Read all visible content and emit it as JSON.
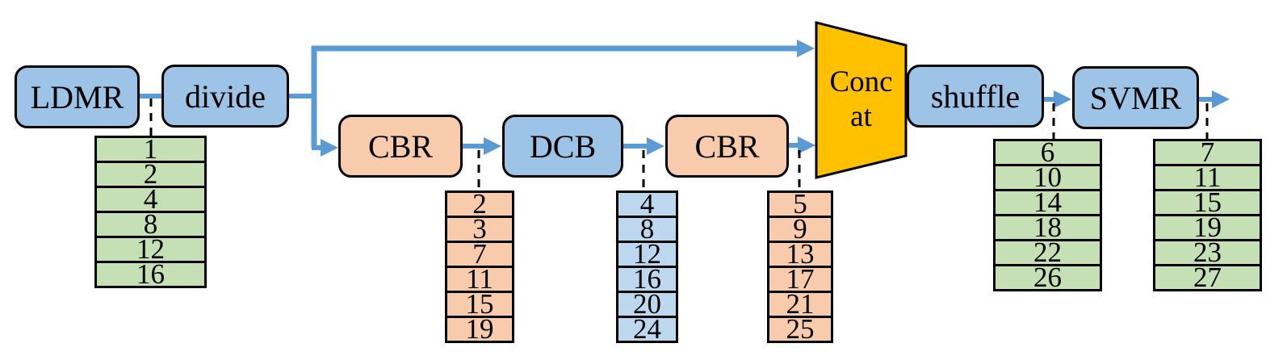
{
  "diagram": {
    "blocks": {
      "ldmr": {
        "label": "LDMR"
      },
      "divide": {
        "label": "divide"
      },
      "cbr1": {
        "label": "CBR"
      },
      "dcb": {
        "label": "DCB"
      },
      "cbr2": {
        "label": "CBR"
      },
      "concat": {
        "line1": "Conc",
        "line2": "at"
      },
      "shuffle": {
        "label": "shuffle"
      },
      "svmr": {
        "label": "SVMR"
      }
    },
    "tables": {
      "ldmr_out": {
        "values": [
          "1",
          "2",
          "4",
          "8",
          "12",
          "16"
        ]
      },
      "cbr1_out": {
        "values": [
          "2",
          "3",
          "7",
          "11",
          "15",
          "19"
        ]
      },
      "dcb_out": {
        "values": [
          "4",
          "8",
          "12",
          "16",
          "20",
          "24"
        ]
      },
      "cbr2_out": {
        "values": [
          "5",
          "9",
          "13",
          "17",
          "21",
          "25"
        ]
      },
      "shuffle_out": {
        "values": [
          "6",
          "10",
          "14",
          "18",
          "22",
          "26"
        ]
      },
      "svmr_out": {
        "values": [
          "7",
          "11",
          "15",
          "19",
          "23",
          "27"
        ]
      }
    },
    "colors": {
      "block_blue": "#9DC3E6",
      "block_orange": "#F8CBAD",
      "table_green": "#C5E0B4",
      "table_blue": "#BDD7EE",
      "table_orange": "#F8CBAD",
      "concat_gold": "#FFC000",
      "connector_blue": "#5B9BD5",
      "border_black": "#000000"
    }
  }
}
